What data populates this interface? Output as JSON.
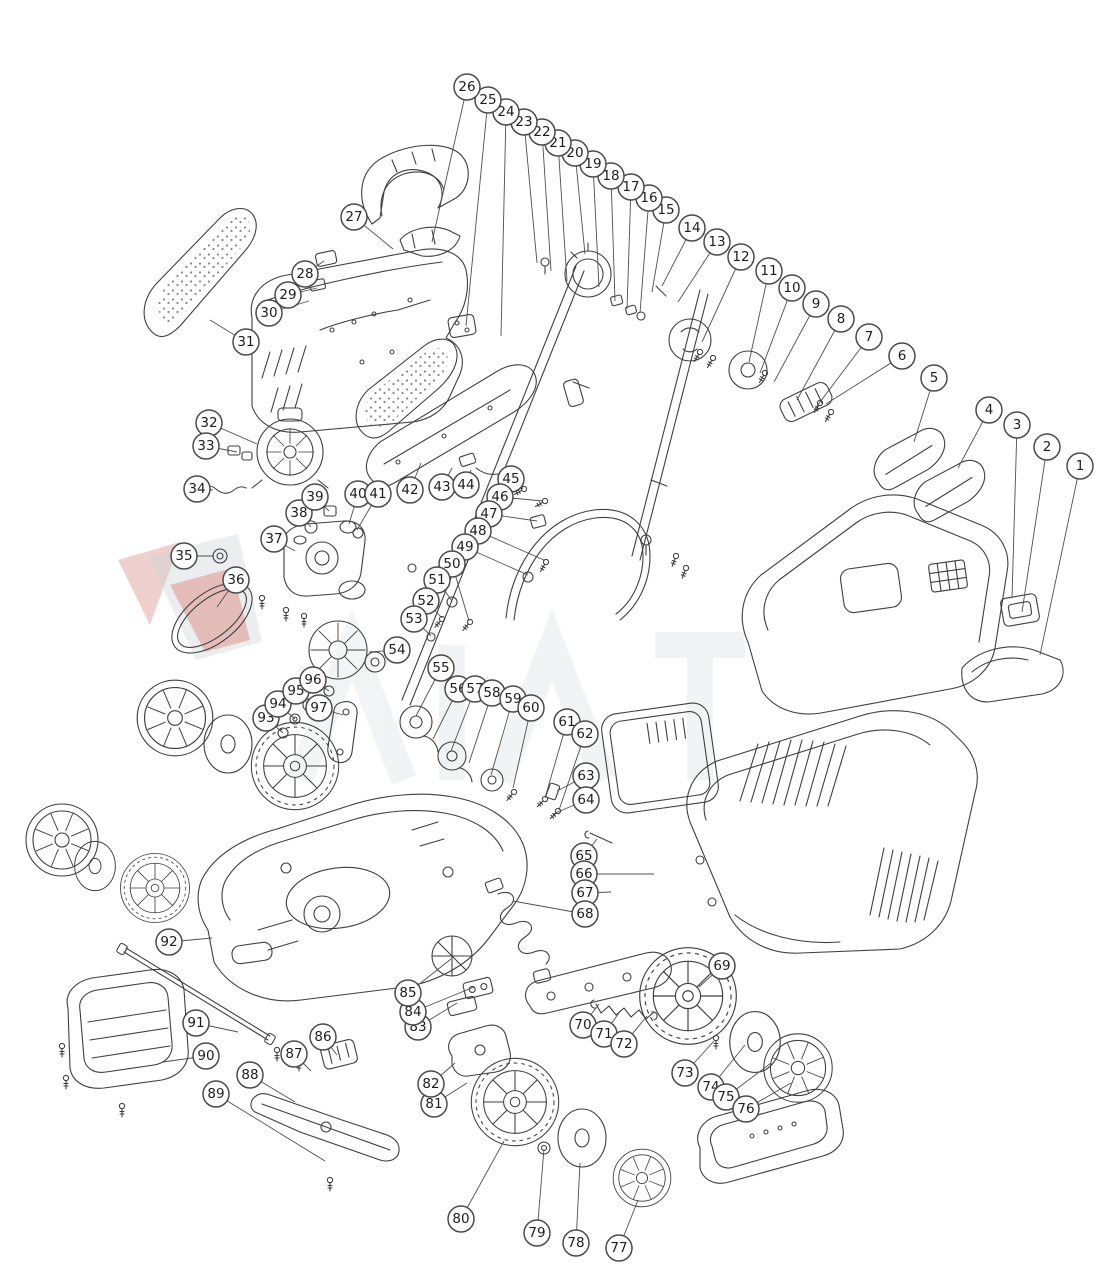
{
  "diagram": {
    "type": "exploded-parts-diagram",
    "subject": "lawn-mower",
    "background": "#ffffff",
    "line_color": "#3f3f3f",
    "leader_color": "#4f4f4f",
    "callout": {
      "radius": 13,
      "stroke": "#4a4a4a",
      "stroke_width": 1.5,
      "fill": "#ffffff",
      "text_color": "#1d1d1d",
      "font_size": 13.5
    },
    "watermark": {
      "accent_red": "#dd8d88",
      "light_red": "#e2a29e",
      "gray": "#ccd1d7",
      "ghost_text_color": "#5b6470"
    }
  },
  "callouts_format": [
    "number",
    "x",
    "y",
    "leader_x",
    "leader_y"
  ],
  "callouts": [
    [
      1,
      1080,
      466,
      1040,
      655
    ],
    [
      2,
      1047,
      447,
      1022,
      612
    ],
    [
      3,
      1017,
      425,
      1012,
      598
    ],
    [
      4,
      989,
      410,
      958,
      468
    ],
    [
      5,
      934,
      378,
      914,
      442
    ],
    [
      6,
      902,
      356,
      826,
      404
    ],
    [
      7,
      869,
      337,
      814,
      410
    ],
    [
      8,
      841,
      319,
      797,
      400
    ],
    [
      9,
      816,
      304,
      774,
      382
    ],
    [
      10,
      792,
      288,
      760,
      373
    ],
    [
      11,
      769,
      271,
      749,
      362
    ],
    [
      12,
      741,
      257,
      702,
      342
    ],
    [
      13,
      717,
      242,
      678,
      302
    ],
    [
      14,
      692,
      228,
      662,
      286
    ],
    [
      15,
      666,
      210,
      652,
      292
    ],
    [
      16,
      649,
      198,
      640,
      313
    ],
    [
      17,
      631,
      187,
      627,
      309
    ],
    [
      18,
      611,
      176,
      615,
      301
    ],
    [
      19,
      593,
      164,
      599,
      287
    ],
    [
      20,
      575,
      153,
      585,
      254
    ],
    [
      21,
      558,
      143,
      567,
      281
    ],
    [
      22,
      542,
      132,
      551,
      271
    ],
    [
      23,
      524,
      122,
      537,
      263
    ],
    [
      24,
      506,
      112,
      501,
      336
    ],
    [
      25,
      488,
      100,
      466,
      326
    ],
    [
      26,
      467,
      87,
      432,
      242
    ],
    [
      27,
      354,
      217,
      393,
      249
    ],
    [
      28,
      305,
      274,
      324,
      261
    ],
    [
      29,
      288,
      295,
      317,
      288
    ],
    [
      30,
      269,
      313,
      309,
      301
    ],
    [
      31,
      246,
      342,
      210,
      320
    ],
    [
      32,
      209,
      423,
      257,
      444
    ],
    [
      33,
      206,
      446,
      237,
      452
    ],
    [
      34,
      197,
      489,
      213,
      490
    ],
    [
      35,
      184,
      556,
      214,
      556
    ],
    [
      36,
      236,
      580,
      217,
      607
    ],
    [
      37,
      274,
      539,
      295,
      551
    ],
    [
      38,
      299,
      513,
      311,
      527
    ],
    [
      39,
      315,
      497,
      329,
      511
    ],
    [
      40,
      358,
      494,
      349,
      524
    ],
    [
      41,
      378,
      494,
      357,
      530
    ],
    [
      42,
      410,
      490,
      421,
      463
    ],
    [
      43,
      442,
      487,
      452,
      468
    ],
    [
      44,
      466,
      485,
      471,
      470
    ],
    [
      45,
      511,
      479,
      523,
      489
    ],
    [
      46,
      500,
      497,
      543,
      501
    ],
    [
      47,
      489,
      514,
      537,
      521
    ],
    [
      48,
      478,
      531,
      544,
      560
    ],
    [
      49,
      465,
      547,
      528,
      575
    ],
    [
      50,
      452,
      564,
      469,
      621
    ],
    [
      51,
      437,
      580,
      452,
      601
    ],
    [
      52,
      426,
      601,
      442,
      618
    ],
    [
      53,
      414,
      619,
      431,
      636
    ],
    [
      54,
      397,
      650,
      369,
      652
    ],
    [
      55,
      441,
      668,
      416,
      716
    ],
    [
      56,
      458,
      689,
      433,
      739
    ],
    [
      57,
      475,
      689,
      451,
      751
    ],
    [
      58,
      492,
      693,
      469,
      763
    ],
    [
      59,
      513,
      699,
      491,
      775
    ],
    [
      60,
      531,
      708,
      513,
      788
    ],
    [
      61,
      567,
      722,
      545,
      798
    ],
    [
      62,
      585,
      734,
      559,
      810
    ],
    [
      63,
      586,
      776,
      557,
      791
    ],
    [
      64,
      586,
      800,
      553,
      814
    ],
    [
      65,
      584,
      856,
      597,
      839
    ],
    [
      66,
      584,
      874,
      654,
      874
    ],
    [
      67,
      585,
      893,
      611,
      892
    ],
    [
      68,
      585,
      914,
      513,
      901
    ],
    [
      69,
      722,
      966,
      699,
      987
    ],
    [
      70,
      583,
      1025,
      599,
      1004
    ],
    [
      71,
      604,
      1034,
      621,
      1010
    ],
    [
      72,
      624,
      1044,
      647,
      1016
    ],
    [
      73,
      685,
      1073,
      714,
      1041
    ],
    [
      74,
      711,
      1087,
      745,
      1045
    ],
    [
      75,
      726,
      1097,
      771,
      1063
    ],
    [
      76,
      746,
      1109,
      791,
      1083
    ],
    [
      77,
      619,
      1248,
      638,
      1200
    ],
    [
      78,
      576,
      1243,
      580,
      1163
    ],
    [
      79,
      537,
      1233,
      544,
      1149
    ],
    [
      80,
      461,
      1219,
      504,
      1141
    ],
    [
      81,
      434,
      1104,
      467,
      1083
    ],
    [
      82,
      431,
      1084,
      455,
      1063
    ],
    [
      83,
      418,
      1027,
      457,
      1003
    ],
    [
      84,
      413,
      1012,
      474,
      987
    ],
    [
      85,
      408,
      993,
      451,
      959
    ],
    [
      86,
      323,
      1037,
      337,
      1055
    ],
    [
      87,
      294,
      1054,
      311,
      1071
    ],
    [
      88,
      250,
      1075,
      295,
      1102
    ],
    [
      89,
      216,
      1094,
      325,
      1161
    ],
    [
      90,
      206,
      1056,
      163,
      1062
    ],
    [
      91,
      196,
      1023,
      238,
      1032
    ],
    [
      92,
      169,
      942,
      212,
      938
    ],
    [
      93,
      266,
      718,
      283,
      733
    ],
    [
      94,
      278,
      704,
      295,
      719
    ],
    [
      95,
      296,
      691,
      309,
      705
    ],
    [
      96,
      313,
      680,
      329,
      691
    ],
    [
      97,
      319,
      708,
      343,
      715
    ]
  ]
}
